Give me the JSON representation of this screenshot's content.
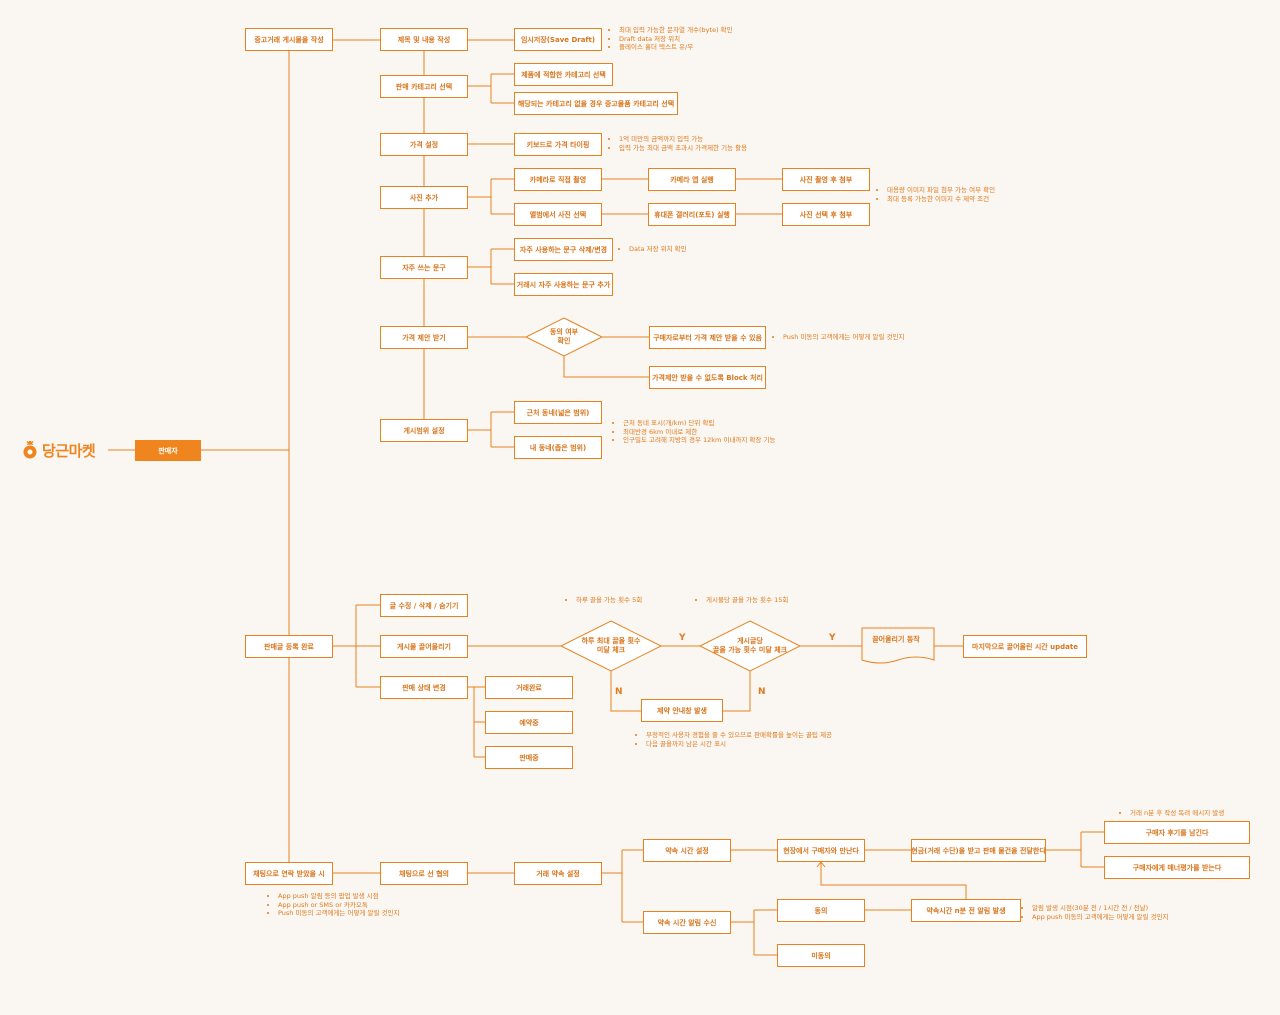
{
  "brand": {
    "name": "당근마켓",
    "color": "#f0851f"
  },
  "nodes": {
    "seller": "판매자",
    "write_post": "중고거래 게시물을 작성",
    "title_content": "제목 및 내용 작성",
    "save_draft": "임시저장(Save Draft)",
    "category_select": "판매 카테고리 선택",
    "category_fit": "제품에 적합한 카테고리 선택",
    "category_none": "해당되는 카테고리 없을 경우 중고물품 카테고리 선택",
    "price_set": "가격 설정",
    "price_keyboard": "키보드로 가격 타이핑",
    "photo_add": "사진 추가",
    "photo_camera": "카메라로 직접 촬영",
    "camera_app": "카메라 앱 실행",
    "photo_attach": "사진 촬영 후 첨부",
    "photo_album": "앨범에서 사진 선택",
    "gallery_app": "휴대폰 갤러리(포토) 실행",
    "photo_select_attach": "사진 선택 후 첨부",
    "phrases": "자주 쓰는 문구",
    "phrase_manage": "자주 사용하는 문구 삭제/변경",
    "phrase_add": "거래시 자주 사용하는 문구 추가",
    "price_offer": "가격 제안 받기",
    "consent": "동의 여부\n확인",
    "offer_allowed": "구매자로부터 가격 제안 받을 수 있음",
    "offer_blocked": "가격제안 받을 수 없도록 Block 처리",
    "range": "게시범위 설정",
    "range_near": "근처 동네(넓은 범위)",
    "range_my": "내 동네(좁은 범위)",
    "register_done": "판매글 등록 완료",
    "edit_delete": "글 수정 / 삭제 / 숨기기",
    "bump": "게시물 끌어올리기",
    "status_change": "판매 상태 변경",
    "status_done": "거래완료",
    "status_reserved": "예약중",
    "status_selling": "판매중",
    "daily_check": "하루 최대 끌올 횟수\n미달 체크",
    "post_check": "게시글당\n끌올 가능 횟수 미달 체크",
    "bump_action": "끌어올리기 동작",
    "bump_update": "마지막으로 끌어올린 시간 update",
    "limit_notice": "제약 안내창 발생",
    "chat_contact": "채팅으로 연락 받았을 시",
    "chat_agree": "채팅으로 선 협의",
    "deal_set": "거래 약속 설정",
    "appointment_set": "약속 시간 설정",
    "appointment_alarm": "약속 시간 알림 수신",
    "meet_buyer": "현장에서 구매자와 만난다",
    "pay_handover": "현금(거래 수단)을 받고 판매 물건을 전달한다",
    "buyer_review": "구매자 후기를 남긴다",
    "manner_rate": "구매자에게 매너평가를 받는다",
    "agree": "동의",
    "alarm_before": "약속시간 n분 전 알림 발생",
    "disagree": "미동의"
  },
  "notes": {
    "save_draft": [
      "최대 입력 가능한 문자열 개수(byte) 확인",
      "Draft data 저장 위치",
      "플레이스 홀더 텍스트 유/무"
    ],
    "price": [
      "1억 미만의 금액까지 입력 가능",
      "입력 가능 최대 금액 초과시 가격제한 기능 활용"
    ],
    "photo": [
      "대용량 이미지 파일 첨부 가능 여부 확인",
      "최대 등록 가능한 이미지 수 제약 조건"
    ],
    "phrase": [
      "Data 저장 위치 확인"
    ],
    "offer": [
      "Push 미동의 고객에게는 어떻게 알릴 것인지"
    ],
    "range": [
      "근처 동네 표시(개/km) 단위 확립",
      "최대반경 6km 이내로 제한",
      "인구밀도 고려해 지방의 경우 12km 이내까지 확장 기능"
    ],
    "daily": [
      "하루 끌올 가능 횟수 5회"
    ],
    "per_post": [
      "게시물당 끌올 가능 횟수 15회"
    ],
    "limit": [
      "부정적인 사용자 경험을 줄 수 있으므로 판매확률을 높이는 꿀팁 제공",
      "다음 끌올까지 남은 시간 표시"
    ],
    "review": [
      "거래 n분 후 작성 독려 메시지 발생"
    ],
    "chat": [
      "App push 알림 등의 팝업 발생 시점",
      "App push or SMS or 카카오톡",
      "Push 미동의 고객에게는 어떻게 알릴 것인지"
    ],
    "alarm": [
      "알림 발생 시점(30분 전 / 1시간 전 / 전날)",
      "App push 미동의 고객에게는 어떻게 알릴 것인지"
    ]
  },
  "labels": {
    "yes": "Y",
    "no": "N"
  },
  "colors": {
    "line": "#e8821e",
    "text": "#d9741a",
    "background": "#faf6f2"
  }
}
